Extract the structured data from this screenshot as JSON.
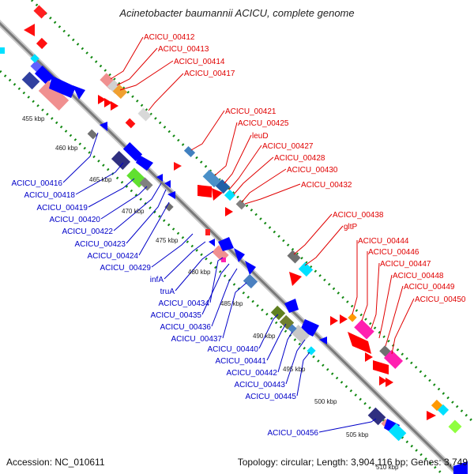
{
  "title": "Acinetobacter baumannii ACICU, complete genome",
  "footer": {
    "accession": "Accession: NC_010611",
    "topology": "Topology: circular; Length: 3,904,116 bp; Genes: 3,749"
  },
  "colors": {
    "forward_strand": "#ff0000",
    "reverse_strand": "#0000ff",
    "backbone": "#808080",
    "guide_lines": "#118811"
  },
  "scale_labels": [
    "455 kbp",
    "460 kbp",
    "465 kbp",
    "470 kbp",
    "475 kbp",
    "480 kbp",
    "485 kbp",
    "490 kbp",
    "495 kbp",
    "500 kbp",
    "505 kbp",
    "510 kbp"
  ],
  "labels_forward": [
    "ACICU_00412",
    "ACICU_00413",
    "ACICU_00414",
    "ACICU_00417",
    "ACICU_00421",
    "ACICU_00425",
    "leuD",
    "ACICU_00427",
    "ACICU_00428",
    "ACICU_00430",
    "ACICU_00432",
    "ACICU_00438",
    "gltP",
    "ACICU_00444",
    "ACICU_00446",
    "ACICU_00447",
    "ACICU_00448",
    "ACICU_00449",
    "ACICU_00450"
  ],
  "labels_reverse": [
    "ACICU_00416",
    "ACICU_00418",
    "ACICU_00419",
    "ACICU_00420",
    "ACICU_00422",
    "ACICU_00423",
    "ACICU_00424",
    "ACICU_00429",
    "infA",
    "truA",
    "ACICU_00434",
    "ACICU_00435",
    "ACICU_00436",
    "ACICU_00437",
    "ACICU_00440",
    "ACICU_00441",
    "ACICU_00442",
    "ACICU_00443",
    "ACICU_00445",
    "ACICU_00456"
  ]
}
